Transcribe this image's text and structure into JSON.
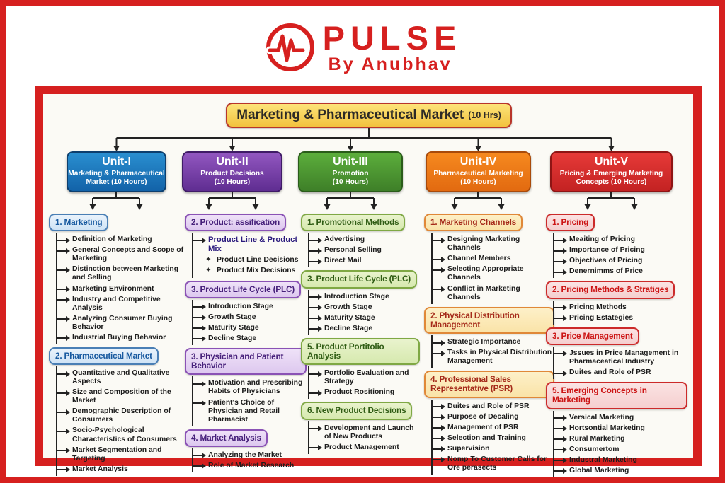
{
  "brand": {
    "name": "PULSE",
    "byline": "By Anubhav",
    "color": "#d6201f"
  },
  "title": {
    "text": "Marketing & Pharmaceutical Market",
    "hours": "(10 Hrs)"
  },
  "units": [
    {
      "name": "Unit-I",
      "subtitle": "Marketing & Pharmaceutical\nMarket (10 Hours)",
      "colors": {
        "top": "#2a8fd0",
        "bottom": "#1262a8",
        "border": "#0d3f6e",
        "sec_fill": "#eaf3fc",
        "sec_fill2": "#cfe3f5",
        "sec_border": "#4a7fb5",
        "sec_text": "#17599f"
      },
      "sections": [
        {
          "heading": "1. Marketing",
          "items": [
            "Definition of Marketing",
            "General Concepts and Scope of Marketing",
            "Distinction between Marketing and Selling",
            "Marketing Environment",
            "Industry and Competitive Analysis",
            "Analyzing Consumer Buying Behavior",
            "Industrial Buying Behavior"
          ]
        },
        {
          "heading": "2. Pharmaceutical Market",
          "items": [
            "Quantitative and Qualitative Aspects",
            "Size and Composition of the Market",
            "Demographic Description of Consumers",
            "Socio-Psychological Characteristics of Consumers",
            "Market Segmentation and Targeting",
            "Market Analysis"
          ]
        }
      ]
    },
    {
      "name": "Unit-II",
      "subtitle": "Product Decisions\n(10 Hours)",
      "colors": {
        "top": "#9257c0",
        "bottom": "#5f2d91",
        "border": "#3f1b66",
        "sec_fill": "#efe2f8",
        "sec_fill2": "#ddc8ef",
        "sec_border": "#8a52b5",
        "sec_text": "#46207a",
        "subheading": "#2b1b7d"
      },
      "sections": [
        {
          "heading": "2. Product: assification",
          "items": [
            {
              "label": "Product Line & Product Mix",
              "emphasis": true,
              "subitems": [
                "Product Line Decisions",
                "Product Mix Decisions"
              ]
            }
          ]
        },
        {
          "heading": "3. Product Life Cycle (PLC)",
          "items": [
            "Introduction Stage",
            "Growth Stage",
            "Maturity Stage",
            "Decline Stage"
          ]
        },
        {
          "heading": "3. Physician and Patient Behavior",
          "items": [
            "Motivation and Prescribing Habits of Physicians",
            "Patient's Choice of Physician and Retail Pharmacist"
          ]
        },
        {
          "heading": "4. Market Analysis",
          "items": [
            "Analyzing the Market",
            "Role of Market Research"
          ]
        }
      ]
    },
    {
      "name": "Unit-III",
      "subtitle": "Promotion\n(10 Hours)",
      "colors": {
        "top": "#5cae3c",
        "bottom": "#3e7f28",
        "border": "#2a5c1a",
        "sec_fill": "#e9f3cd",
        "sec_fill2": "#d6e9ae",
        "sec_border": "#7fa844",
        "sec_text": "#2f5c14"
      },
      "sections": [
        {
          "heading": "1. Promotional Methods",
          "items": [
            "Advertising",
            "Personal Selling",
            "Direct Mail"
          ]
        },
        {
          "heading": "3. Product Life Cycle (PLC)",
          "items": [
            "Introduction Stage",
            "Growth Stage",
            "Maturity Stage",
            "Decline Stage"
          ]
        },
        {
          "heading": "5. Product Portitolio Analysis",
          "items": [
            "Portfolio Evaluation and Strategy",
            "Product Rositioning"
          ]
        },
        {
          "heading": "6. New Product Decisions",
          "items": [
            "Development and Launch of New Products",
            "Product Management"
          ]
        }
      ]
    },
    {
      "name": "Unit-IV",
      "subtitle": "Pharmaceutical Marketing\n(10 Hours)",
      "colors": {
        "top": "#f6891f",
        "bottom": "#e26a10",
        "border": "#a84a0a",
        "sec_fill": "#fdf0c8",
        "sec_fill2": "#fae3a8",
        "sec_border": "#e08838",
        "sec_text": "#a52a1a"
      },
      "sections": [
        {
          "heading": "1. Marketing Channels",
          "items": [
            "Designing Marketing Channels",
            "Channel Members",
            "Selecting Appropriate Channels",
            "Conflict in Marketing Channels"
          ]
        },
        {
          "heading": "2. Physical Distribution Management",
          "items": [
            "Strategic Importance",
            "Tasks in Physical Distribution Management"
          ]
        },
        {
          "heading": "4. Professional Sales Representative (PSR)",
          "items": [
            "Duites and Role of PSR",
            "Purpose of Decaling",
            "Management of PSR",
            "Selection and Training",
            "Supervision",
            "Nomp To Customer Calls for Ore perasects"
          ]
        }
      ]
    },
    {
      "name": "Unit-V",
      "subtitle": "Pricing & Emerging Marketing\nConcepts (10 Hours)",
      "colors": {
        "top": "#e63a38",
        "bottom": "#c32222",
        "border": "#8e1414",
        "sec_fill": "#fbe3e3",
        "sec_fill2": "#f5cfcf",
        "sec_border": "#cc2a2a",
        "sec_text": "#cc1515"
      },
      "sections": [
        {
          "heading": "1. Pricing",
          "items": [
            "Meaiting of Pricing",
            "Importance of Pricing",
            "Objectives of Pricing",
            "Denernimms of Price"
          ]
        },
        {
          "heading": "2. Pricing Methods & Stratiges",
          "items": [
            "Pricing Methods",
            "Pricing Estategies"
          ]
        },
        {
          "heading": "3. Price Management",
          "items": [
            "Jssues in Price Management in Pharmaceatical Industry",
            "Duites and Role of PSR"
          ]
        },
        {
          "heading": "5. Emerging Concepts in Marketing",
          "items": [
            "Versical Marketing",
            "Hortsontial Marketing",
            "Rural Marketing",
            "Consumertom",
            "Industral Marketing",
            "Global Marketing"
          ]
        }
      ]
    }
  ]
}
